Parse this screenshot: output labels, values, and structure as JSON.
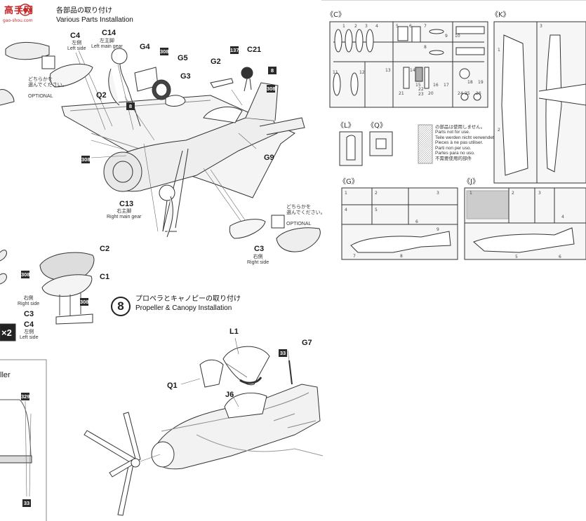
{
  "watermark": {
    "logo": "高手网",
    "url": "gao-shou.com"
  },
  "step7": {
    "title_jp": "各部品の取り付け",
    "title_en": "Various Parts Installation",
    "c4": {
      "code": "C4",
      "jp": "左側",
      "en": "Left side"
    },
    "c14": {
      "code": "C14",
      "jp": "左主脚",
      "en": "Left main gear"
    },
    "g4": "G4",
    "g5": "G5",
    "g3": "G3",
    "g2": "G2",
    "c21": "C21",
    "q2": "Q2",
    "g9": "G9",
    "c13": {
      "code": "C13",
      "jp": "右主脚",
      "en": "Right main gear"
    },
    "c3": {
      "code": "C3",
      "jp": "右側",
      "en": "Right side"
    },
    "optional": {
      "jp": "どちらかを\n選んでください。",
      "en": "OPTIONAL"
    },
    "badges": [
      "308",
      "137",
      "8",
      "308",
      "308",
      "8"
    ]
  },
  "left_parts": {
    "c2": "C2",
    "c1": "C1",
    "right_jp": "右側",
    "right_en": "Right side",
    "c3": "C3",
    "c4": "C4",
    "left_jp": "左側",
    "left_en": "Left side",
    "badges": [
      "308",
      "308"
    ],
    "x2": "×2"
  },
  "step8": {
    "number": "8",
    "title_jp": "プロペラとキャノピーの取り付け",
    "title_en": "Propeller & Canopy Installation",
    "l1": "L1",
    "g7": "G7",
    "q1": "Q1",
    "j6": "J6",
    "badge": "33"
  },
  "bottom_left": {
    "text": "ller",
    "badge_top": "329",
    "badge_bottom": "33"
  },
  "runners": {
    "c": "《C》",
    "k": "《K》",
    "l": "《L》",
    "q": "《Q》",
    "g": "《G》",
    "j": "《J》",
    "not_used": {
      "jp": "の部品は使用しません。",
      "en": "Parts not for use.",
      "de": "Teile werden nicht verwendet",
      "fr": "Pieces à ne pas utiliser.",
      "it": "Parti non per uso.",
      "es": "Partes para no uso.",
      "cn": "不需要使用的部件"
    },
    "c_numbers": [
      "1",
      "2",
      "3",
      "4",
      "5",
      "6",
      "7",
      "8",
      "9",
      "10",
      "11",
      "12",
      "13",
      "14",
      "15",
      "16",
      "17",
      "18",
      "19",
      "20",
      "21",
      "22",
      "23",
      "24",
      "25",
      "26"
    ],
    "k_numbers": [
      "1",
      "2",
      "3"
    ],
    "g_numbers": [
      "1",
      "2",
      "3",
      "4",
      "5",
      "6",
      "7",
      "8",
      "9"
    ],
    "j_numbers": [
      "1",
      "2",
      "3",
      "4",
      "5",
      "6"
    ]
  }
}
